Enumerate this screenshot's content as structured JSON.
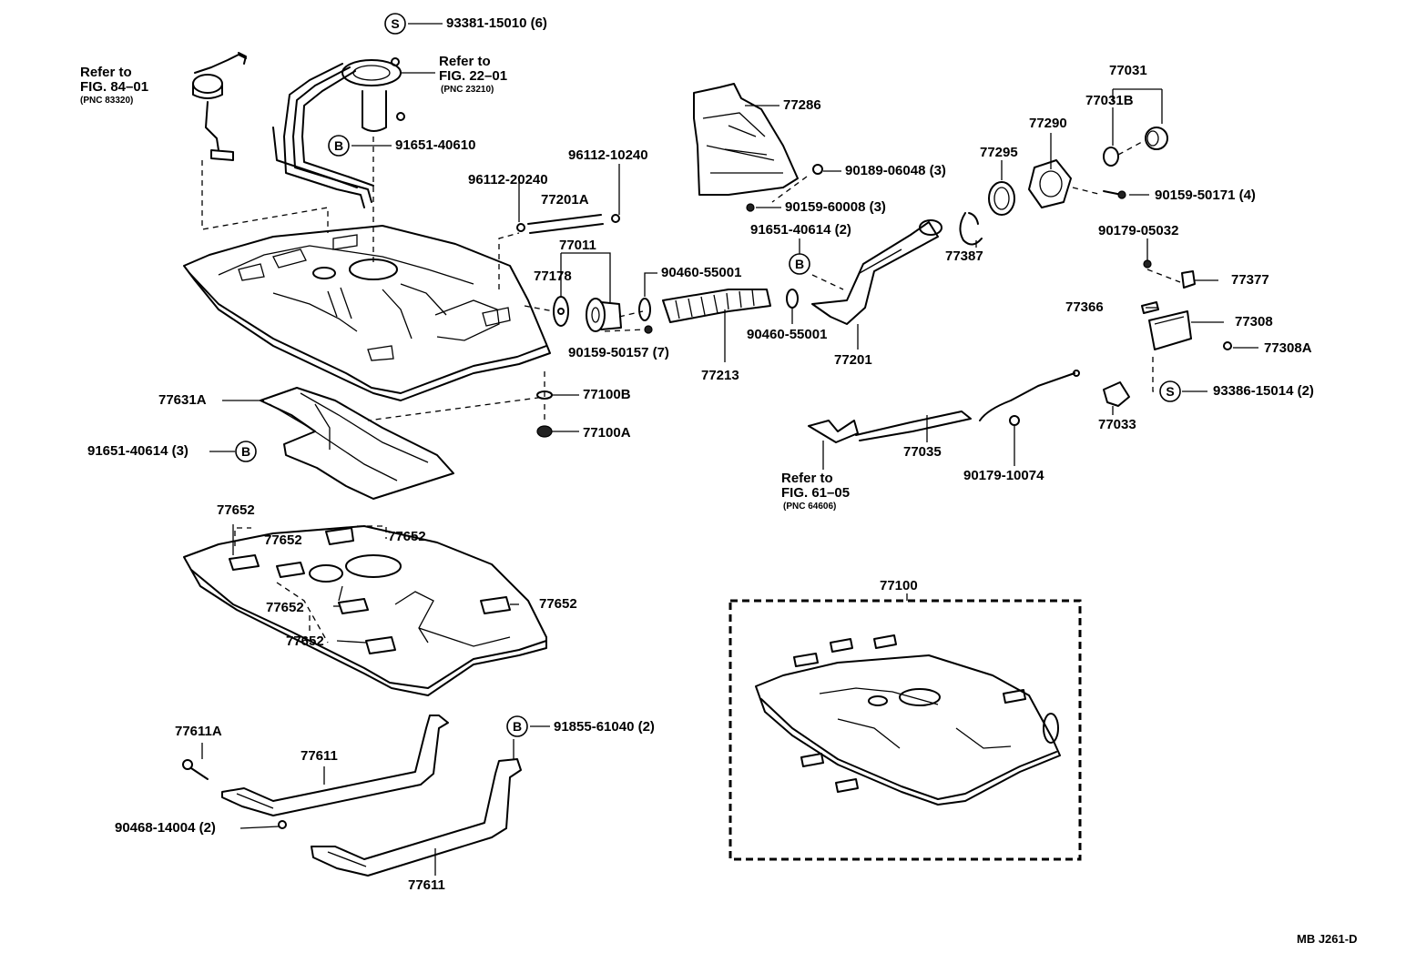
{
  "diagram": {
    "reference_code": "MB J261-D",
    "refs": [
      {
        "id": "ref-fig-84-01",
        "lines": [
          "Refer to",
          "FIG. 84–01"
        ],
        "pnc": "(PNC 83320)"
      },
      {
        "id": "ref-fig-22-01",
        "lines": [
          "Refer to",
          "FIG. 22–01"
        ],
        "pnc": "(PNC 23210)"
      },
      {
        "id": "ref-fig-61-05",
        "lines": [
          "Refer to",
          "FIG. 61–05"
        ],
        "pnc": "(PNC 64606)"
      }
    ],
    "badges": {
      "S": "S",
      "B": "B"
    },
    "labels": {
      "p93381_15010": "93381-15010 (6)",
      "p91651_40610": "91651-40610",
      "p96112_10240": "96112-10240",
      "p96112_20240": "96112-20240",
      "p77201A": "77201A",
      "p77011": "77011",
      "p77178": "77178",
      "p90460_55001_a": "90460-55001",
      "p90159_50157": "90159-50157 (7)",
      "p77213": "77213",
      "p77286": "77286",
      "p90189_06048": "90189-06048 (3)",
      "p90159_60008": "90159-60008 (3)",
      "p91651_40614_2": "91651-40614 (2)",
      "p90460_55001_b": "90460-55001",
      "p77201": "77201",
      "p77387": "77387",
      "p77295": "77295",
      "p77290": "77290",
      "p77031": "77031",
      "p77031B": "77031B",
      "p90159_50171": "90159-50171 (4)",
      "p90179_05032": "90179-05032",
      "p77377": "77377",
      "p77366": "77366",
      "p77308": "77308",
      "p77308A": "77308A",
      "p93386_15014": "93386-15014 (2)",
      "p77033": "77033",
      "p77035": "77035",
      "p90179_10074": "90179-10074",
      "p77631A": "77631A",
      "p91651_40614_3": "91651-40614 (3)",
      "p77100B": "77100B",
      "p77100A": "77100A",
      "p77652_a": "77652",
      "p77652_b": "77652",
      "p77652_c": "77652",
      "p77652_d": "77652",
      "p77652_e": "77652",
      "p77652_f": "77652",
      "p77100": "77100",
      "p77611A": "77611A",
      "p77611_a": "77611",
      "p77611_b": "77611",
      "p91855_61040": "91855-61040 (2)",
      "p90468_14004": "90468-14004 (2)"
    }
  }
}
